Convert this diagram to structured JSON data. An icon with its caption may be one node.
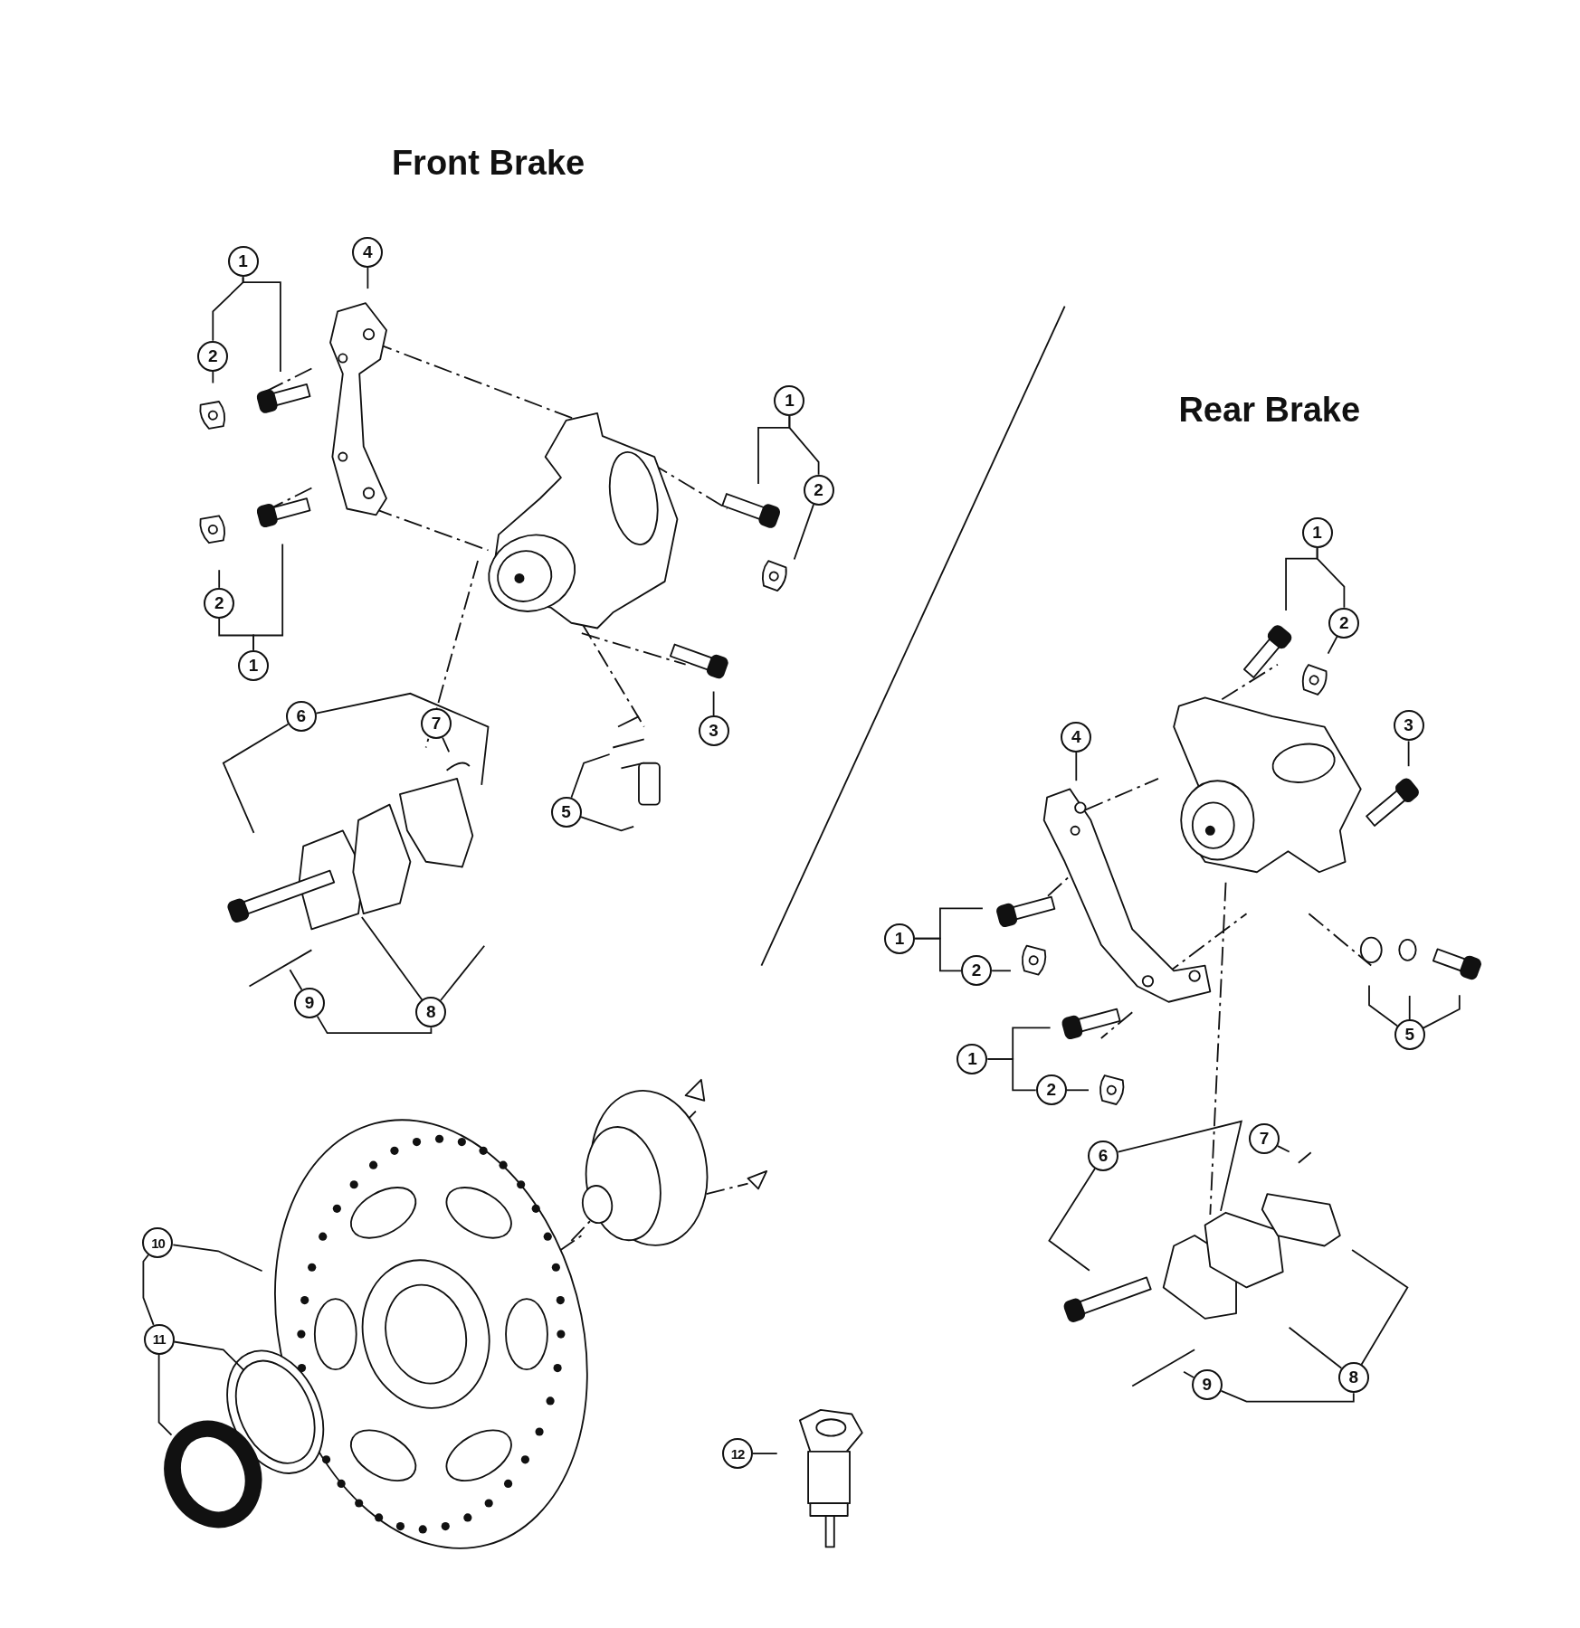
{
  "diagram": {
    "nodes": [
      {
        "text": [
          "1"
        ]
      },
      {
        "text": [
          "2"
        ]
      },
      {
        "text": [
          "4"
        ]
      },
      {
        "text": [
          "2"
        ]
      },
      {
        "text": [
          "1"
        ]
      },
      {
        "text": [
          "1"
        ]
      },
      {
        "text": [
          "2"
        ]
      },
      {
        "text": [
          "3"
        ]
      },
      {
        "text": [
          "5"
        ]
      },
      {
        "text": [
          "6"
        ]
      },
      {
        "text": [
          "7"
        ]
      },
      {
        "text": [
          "9"
        ]
      },
      {
        "text": [
          "8"
        ]
      },
      {
        "text": [
          "10"
        ]
      },
      {
        "text": [
          "11"
        ]
      },
      {
        "text": [
          "12"
        ]
      },
      {
        "text": [
          "1"
        ]
      },
      {
        "text": [
          "2"
        ]
      },
      {
        "text": [
          "3"
        ]
      },
      {
        "text": [
          "4"
        ]
      },
      {
        "text": [
          "1"
        ]
      },
      {
        "text": [
          "2"
        ]
      },
      {
        "text": [
          "5"
        ]
      },
      {
        "text": [
          "1"
        ]
      },
      {
        "text": [
          "2"
        ]
      },
      {
        "text": [
          "7"
        ]
      },
      {
        "text": [
          "6"
        ]
      },
      {
        "text": [
          "9"
        ]
      },
      {
        "text": [
          "8"
        ]
      }
    ],
    "edges": [
      {
        "from": 0,
        "to": null,
        "arrow": "none"
      },
      {
        "from": 0,
        "to": 1,
        "arrow": "none"
      },
      {
        "from": 1,
        "to": null,
        "arrow": "none"
      },
      {
        "from": 2,
        "to": null,
        "arrow": "none"
      },
      {
        "from": 3,
        "to": null,
        "arrow": "none"
      },
      {
        "from": 4,
        "to": null,
        "arrow": "none"
      },
      {
        "from": 4,
        "to": 3,
        "arrow": "none"
      },
      {
        "from": 5,
        "to": null,
        "arrow": "none"
      },
      {
        "from": 5,
        "to": 6,
        "arrow": "none"
      },
      {
        "from": 6,
        "to": null,
        "arrow": "none"
      },
      {
        "from": 7,
        "to": null,
        "arrow": "none"
      },
      {
        "from": 8,
        "to": null,
        "arrow": "none"
      },
      {
        "from": 8,
        "to": null,
        "arrow": "none"
      },
      {
        "from": 9,
        "to": null,
        "arrow": "none"
      },
      {
        "from": 9,
        "to": null,
        "arrow": "none"
      },
      {
        "from": 10,
        "to": null,
        "arrow": "none"
      },
      {
        "from": 11,
        "to": null,
        "arrow": "none"
      },
      {
        "from": 12,
        "to": null,
        "arrow": "none"
      },
      {
        "from": 12,
        "to": null,
        "arrow": "none"
      },
      {
        "from": 12,
        "to": 11,
        "arrow": "none"
      },
      {
        "from": 13,
        "to": null,
        "arrow": "none"
      },
      {
        "from": 13,
        "to": 14,
        "arrow": "none"
      },
      {
        "from": 14,
        "to": null,
        "arrow": "none"
      },
      {
        "from": 14,
        "to": null,
        "arrow": "none"
      },
      {
        "from": 15,
        "to": null,
        "arrow": "none"
      },
      {
        "from": 16,
        "to": null,
        "arrow": "none"
      },
      {
        "from": 16,
        "to": 17,
        "arrow": "none"
      },
      {
        "from": 17,
        "to": null,
        "arrow": "none"
      },
      {
        "from": 18,
        "to": null,
        "arrow": "none"
      },
      {
        "from": 19,
        "to": null,
        "arrow": "none"
      },
      {
        "from": 20,
        "to": null,
        "arrow": "none"
      },
      {
        "from": 20,
        "to": 21,
        "arrow": "none"
      },
      {
        "from": 21,
        "to": null,
        "arrow": "none"
      },
      {
        "from": 22,
        "to": null,
        "arrow": "none"
      },
      {
        "from": 22,
        "to": null,
        "arrow": "none"
      },
      {
        "from": 22,
        "to": null,
        "arrow": "none"
      },
      {
        "from": 23,
        "to": null,
        "arrow": "none"
      },
      {
        "from": 23,
        "to": 24,
        "arrow": "none"
      },
      {
        "from": 24,
        "to": null,
        "arrow": "none"
      },
      {
        "from": 25,
        "to": null,
        "arrow": "none"
      },
      {
        "from": 26,
        "to": null,
        "arrow": "none"
      },
      {
        "from": 26,
        "to": null,
        "arrow": "none"
      },
      {
        "from": 27,
        "to": null,
        "arrow": "none"
      },
      {
        "from": 28,
        "to": null,
        "arrow": "none"
      },
      {
        "from": 28,
        "to": null,
        "arrow": "none"
      },
      {
        "from": 28,
        "to": 27,
        "arrow": "none"
      }
    ],
    "labels": [
      "Front Brake",
      "Rear Brake"
    ]
  }
}
